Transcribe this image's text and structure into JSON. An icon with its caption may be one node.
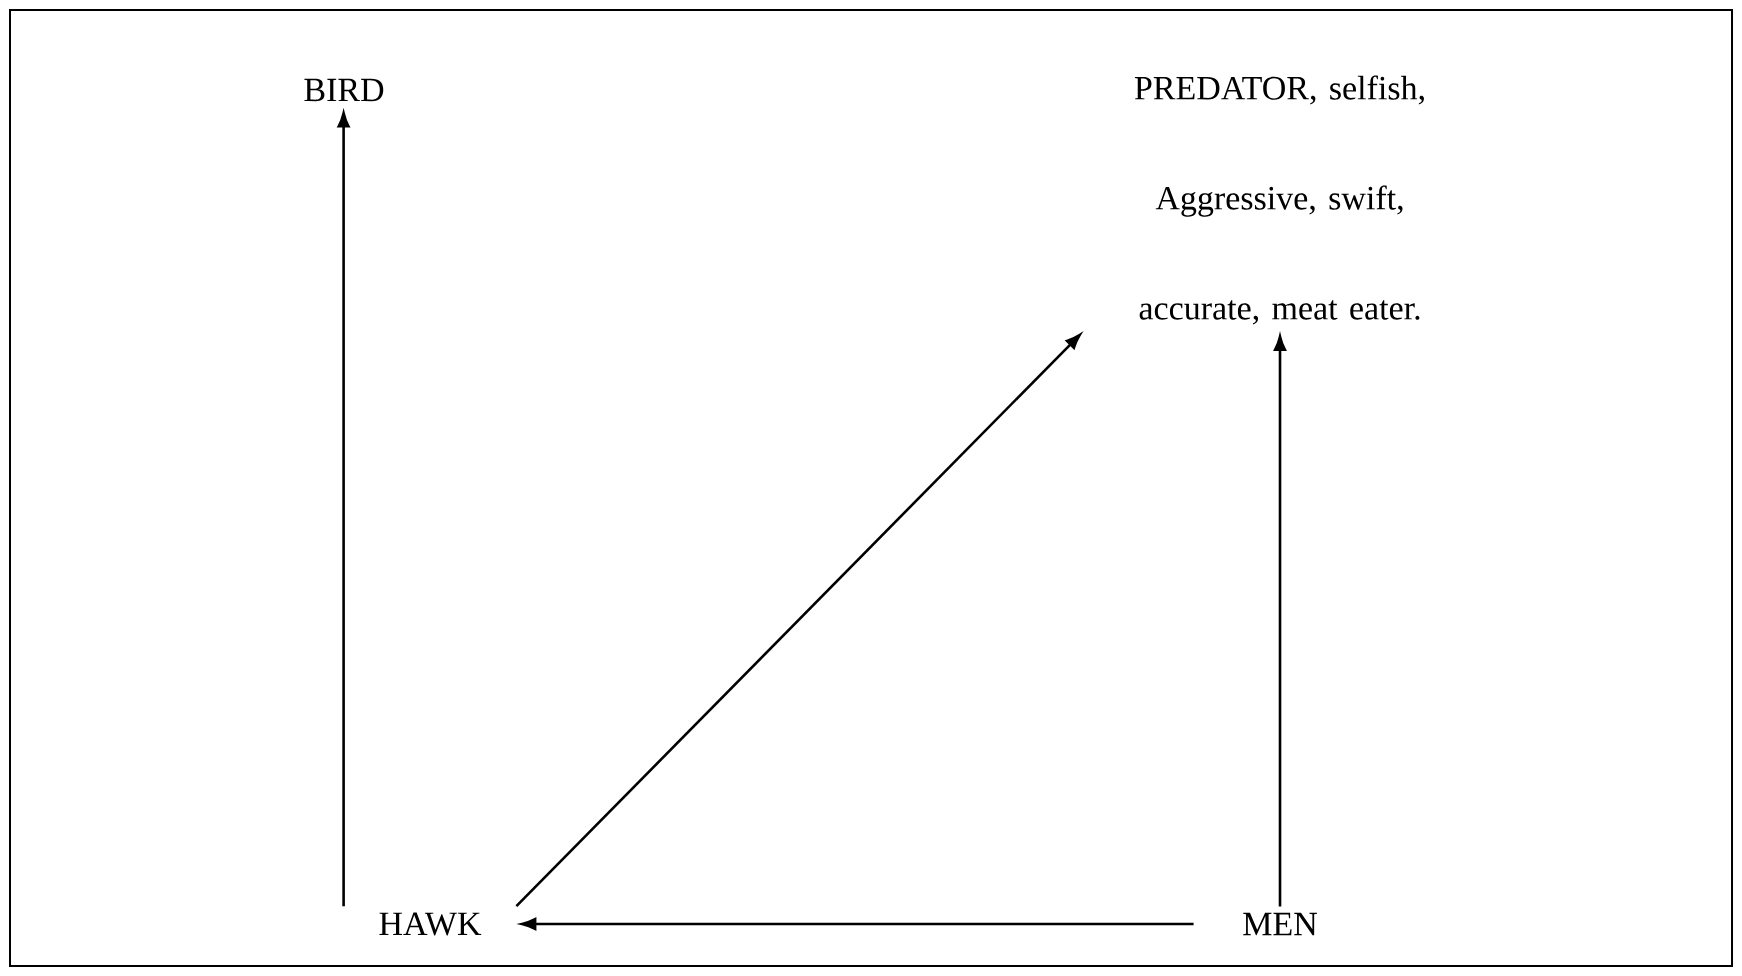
{
  "diagram": {
    "nodes": [
      {
        "text": [
          "BIRD"
        ]
      },
      {
        "text": [
          "PREDATOR, selfish, Aggressive, swift, accurate, meat eater."
        ]
      },
      {
        "text": [
          "HAWK"
        ]
      },
      {
        "text": [
          "MEN"
        ]
      }
    ],
    "edges": [
      {
        "from": 2,
        "to": 0,
        "arrow": "to"
      },
      {
        "from": 2,
        "to": 1,
        "arrow": "to"
      },
      {
        "from": 3,
        "to": 1,
        "arrow": "to"
      },
      {
        "from": 3,
        "to": 2,
        "arrow": "to"
      }
    ]
  }
}
